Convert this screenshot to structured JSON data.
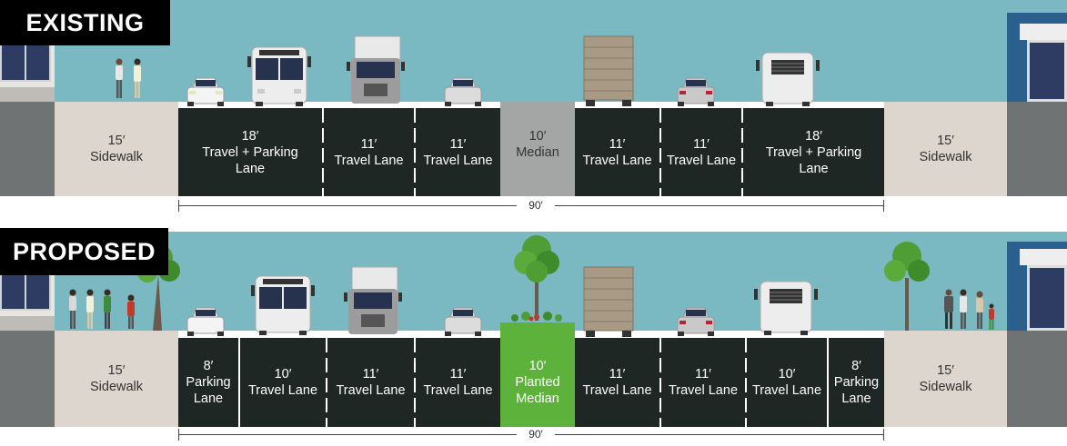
{
  "existing": {
    "heading": "EXISTING",
    "width_label": "90′",
    "segments": [
      {
        "lines": [
          "15′",
          "Sidewalk"
        ]
      },
      {
        "lines": [
          "18′",
          "Travel + Parking",
          "Lane"
        ]
      },
      {
        "lines": [
          "11′",
          "Travel Lane"
        ]
      },
      {
        "lines": [
          "11′",
          "Travel Lane"
        ]
      },
      {
        "lines": [
          "10′",
          "Median"
        ]
      },
      {
        "lines": [
          "11′",
          "Travel Lane"
        ]
      },
      {
        "lines": [
          "11′",
          "Travel Lane"
        ]
      },
      {
        "lines": [
          "18′",
          "Travel + Parking",
          "Lane"
        ]
      },
      {
        "lines": [
          "15′",
          "Sidewalk"
        ]
      }
    ]
  },
  "proposed": {
    "heading": "PROPOSED",
    "width_label": "90′",
    "segments": [
      {
        "lines": [
          "15′",
          "Sidewalk"
        ]
      },
      {
        "lines": [
          "8′",
          "Parking",
          "Lane"
        ]
      },
      {
        "lines": [
          "10′",
          "Travel Lane"
        ]
      },
      {
        "lines": [
          "11′",
          "Travel Lane"
        ]
      },
      {
        "lines": [
          "11′",
          "Travel Lane"
        ]
      },
      {
        "lines": [
          "10′",
          "Planted",
          "Median"
        ]
      },
      {
        "lines": [
          "11′",
          "Travel Lane"
        ]
      },
      {
        "lines": [
          "11′",
          "Travel Lane"
        ]
      },
      {
        "lines": [
          "10′",
          "Travel Lane"
        ]
      },
      {
        "lines": [
          "8′",
          "Parking",
          "Lane"
        ]
      },
      {
        "lines": [
          "15′",
          "Sidewalk"
        ]
      }
    ]
  },
  "colors": {
    "sky": "#7ab8c2",
    "road": "#1f2724",
    "sidewalk": "#dcd6cf",
    "median": "#a4a6a6",
    "planted_median": "#5cb23a",
    "building_blue": "#2b5f8e",
    "tree_green": "#4f9e35"
  },
  "icons": {
    "vehicles": [
      "car-icon",
      "bus-icon",
      "box-truck-icon",
      "car-icon",
      "box-truck-rear-icon",
      "car-rear-icon",
      "bus-rear-icon"
    ],
    "trees": [
      "tree-icon"
    ],
    "pedestrians": [
      "pedestrian-icon"
    ],
    "buildings": [
      "building-icon"
    ]
  }
}
